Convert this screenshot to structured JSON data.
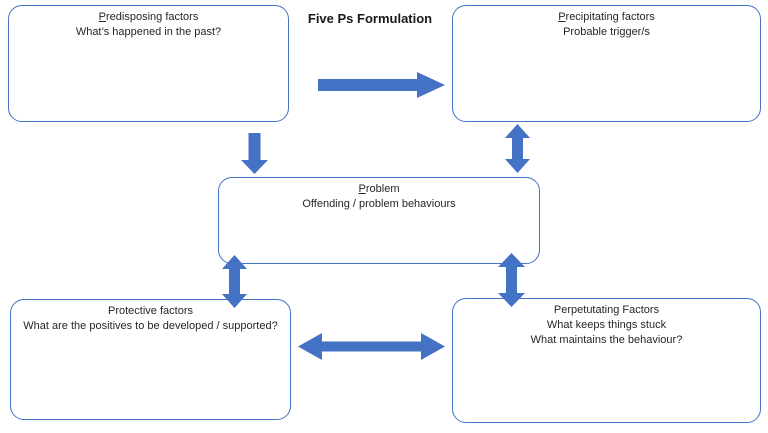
{
  "title": "Five Ps Formulation",
  "colors": {
    "arrow_fill": "#4472C4",
    "box_border": "#4472C4",
    "text": "#262626",
    "background": "#FFFFFF"
  },
  "boxes": {
    "predisposing": {
      "heading_underlined": "P",
      "heading_rest": "redisposing factors",
      "subtext": "What’s happened in the past?"
    },
    "precipitating": {
      "heading_underlined": "P",
      "heading_rest": "recipitating factors",
      "subtext": "Probable trigger/s"
    },
    "problem": {
      "heading_underlined": "P",
      "heading_rest": "roblem",
      "subtext": "Offending / problem behaviours"
    },
    "protective": {
      "heading": "Protective factors",
      "subtext": "What are the positives to be developed / supported?"
    },
    "perpetuating": {
      "heading": "Perpetutating Factors",
      "subtext_line1": "What keeps things stuck",
      "subtext_line2": "What maintains the behaviour?"
    }
  },
  "arrows": {
    "predisposing_to_precipitating": "single-right",
    "predisposing_to_problem": "single-down",
    "precipitating_problem": "double-vertical",
    "problem_protective": "double-vertical",
    "problem_perpetuating": "double-vertical",
    "protective_perpetuating": "double-horizontal"
  }
}
